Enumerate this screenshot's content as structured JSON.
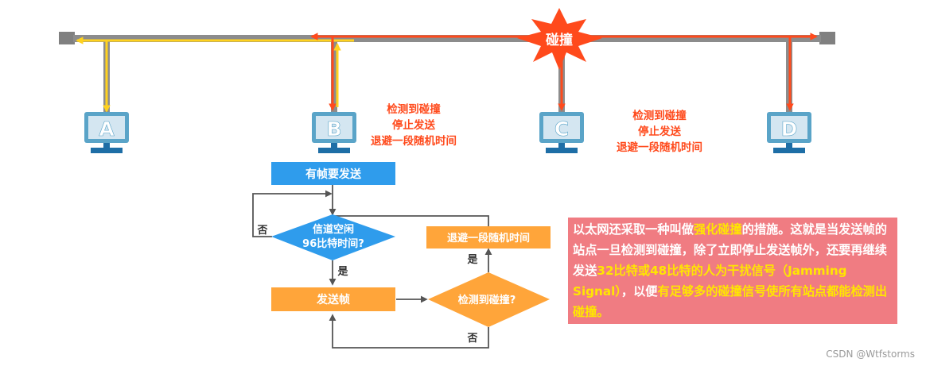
{
  "collision_label": "碰撞",
  "stations": [
    {
      "label": "A"
    },
    {
      "label": "B"
    },
    {
      "label": "C"
    },
    {
      "label": "D"
    }
  ],
  "notes": {
    "b": [
      "检测到碰撞",
      "停止发送",
      "退避一段随机时间"
    ],
    "c": [
      "检测到碰撞",
      "停止发送",
      "退避一段随机时间"
    ]
  },
  "flowchart": {
    "start": "有帧要发送",
    "channel_idle_line1": "信道空闲",
    "channel_idle_line2": "96比特时间?",
    "no_left": "否",
    "yes_down": "是",
    "send_frame": "发送帧",
    "detect_collision": "检测到碰撞?",
    "yes_up": "是",
    "backoff": "退避一段随机时间",
    "no_bottom": "否"
  },
  "info": {
    "s1": "以太网还采取一种叫做",
    "s2": "强化碰撞",
    "s3": "的措施。这就是当发送帧的站点一旦检测到碰撞，除了立即停止发送帧外，还要再继续发送",
    "s4": "32比特或48比特的人为干扰信号（Jamming Signal）",
    "s5": "，以便",
    "s6": "有足够多的碰撞信号使所有站点都能检测出碰撞。"
  },
  "watermark": "CSDN @Wtfstorms",
  "colors": {
    "bus": "#8c8c8c",
    "yellow_signal": "#ffd21f",
    "red_signal": "#ff4a1c",
    "monitor": "#5aa4c8",
    "monitor_stand": "#1e6ea6",
    "blue_box": "#2f9cec",
    "orange_box": "#ffa53a",
    "info_bg": "#f07c82",
    "highlight": "#ffe600"
  }
}
